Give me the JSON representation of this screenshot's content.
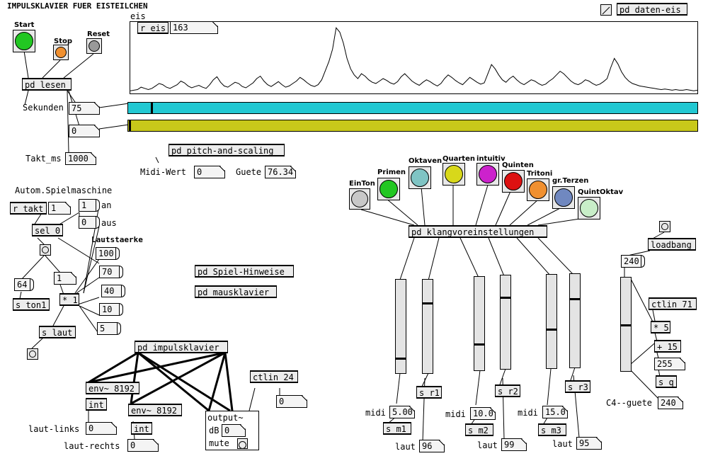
{
  "title": "IMPULSKLAVIER FUER EISTEILCHEN",
  "daten": {
    "label": "pd daten-eis"
  },
  "graph": {
    "name": "eis",
    "receive": "r eis",
    "value": "163",
    "series": [
      2,
      3,
      4,
      8,
      6,
      4,
      6,
      10,
      14,
      12,
      8,
      6,
      9,
      12,
      18,
      15,
      10,
      7,
      9,
      11,
      8,
      6,
      12,
      20,
      25,
      16,
      10,
      8,
      12,
      16,
      14,
      9,
      7,
      11,
      15,
      22,
      26,
      18,
      12,
      9,
      13,
      17,
      12,
      8,
      10,
      14,
      18,
      24,
      20,
      15,
      11,
      9,
      12,
      20,
      35,
      50,
      70,
      105,
      98,
      80,
      55,
      38,
      28,
      22,
      30,
      26,
      20,
      16,
      14,
      18,
      22,
      19,
      15,
      13,
      17,
      25,
      30,
      24,
      18,
      14,
      11,
      16,
      20,
      17,
      13,
      10,
      14,
      22,
      28,
      24,
      19,
      15,
      12,
      18,
      24,
      20,
      16,
      13,
      15,
      30,
      45,
      38,
      28,
      20,
      16,
      22,
      26,
      20,
      15,
      12,
      16,
      20,
      18,
      14,
      11,
      13,
      18,
      22,
      28,
      34,
      30,
      24,
      18,
      14,
      12,
      15,
      20,
      18,
      14,
      11,
      13,
      17,
      22,
      40,
      55,
      46,
      33,
      24,
      18,
      14,
      12,
      10,
      9,
      8,
      7,
      6,
      5,
      4,
      5,
      4,
      3,
      4,
      3,
      3,
      4,
      3,
      2,
      3
    ]
  },
  "controls": {
    "start": "Start",
    "stop": "Stop",
    "reset": "Reset",
    "pd_lesen": "pd lesen"
  },
  "sekunden": {
    "label": "Sekunden",
    "value": "75",
    "slider": 0.04
  },
  "second_bar": {
    "value": "0"
  },
  "takt": {
    "label": "Takt_ms",
    "value": "1000"
  },
  "pitch": {
    "object": "pd pitch-and-scaling",
    "midi_label": "Midi-Wert",
    "midi_value": "0",
    "guete_label": "Guete",
    "guete_value": "76.34"
  },
  "auto": {
    "heading": "Autom.Spielmaschine",
    "r_takt": "r_takt",
    "takt_val": "1",
    "an_val": "1",
    "an": "an",
    "aus_val": "0",
    "aus": "aus",
    "sel": "sel 0",
    "laut_heading": "Lautstaerke",
    "v100": "100",
    "v70": "70",
    "v40": "40",
    "v10": "10",
    "v5": "5",
    "n64": "64",
    "s_ton1": "s ton1",
    "n1": "1",
    "mul": "* 1",
    "s_laut": "s laut"
  },
  "hints": {
    "spiel": "pd Spiel-Hinweise",
    "maus": "pd mausklavier"
  },
  "impuls": {
    "object": "pd impulsklavier",
    "env1": "env~ 8192",
    "env2": "env~ 8192",
    "int1": "int",
    "int2": "int",
    "laut_links": "laut-links",
    "laut_links_val": "0",
    "laut_rechts": "laut-rechts",
    "laut_rechts_val": "0",
    "output": "output~",
    "db": "dB",
    "db_val": "0",
    "mute": "mute",
    "ctlin": "ctlin 24",
    "ctlin_val": "0"
  },
  "klang": {
    "object": "pd klangvoreinstellungen",
    "presets": [
      {
        "name": "EinTon",
        "color": "#c8c8c8"
      },
      {
        "name": "Primen",
        "color": "#22c722"
      },
      {
        "name": "Oktaven",
        "color": "#7fc4c4"
      },
      {
        "name": "Quarten",
        "color": "#d8d81a"
      },
      {
        "name": "intuitiv",
        "color": "#cc22cc"
      },
      {
        "name": "Quinten",
        "color": "#dd1111"
      },
      {
        "name": "Tritoni",
        "color": "#f09030"
      },
      {
        "name": "gr.Terzen",
        "color": "#7088c0"
      },
      {
        "name": "QuintOktav",
        "color": "#c8eec8"
      }
    ],
    "midi_label": "midi",
    "m1": "5.00",
    "m2": "10.0",
    "m3": "15.0",
    "s_m1": "s m1",
    "s_m2": "s m2",
    "s_m3": "s m3",
    "s_r1": "s r1",
    "s_r2": "s r2",
    "s_r3": "s r3",
    "laut_label": "laut",
    "l1": "96",
    "l2": "99",
    "l3": "95"
  },
  "c4": {
    "loadbang": "loadbang",
    "v240": "240",
    "ctlin": "ctlin 71",
    "mul": "* 5",
    "add": "+ 15",
    "v255": "255",
    "s_q": "s q",
    "label": "C4--guete",
    "value": "240"
  }
}
